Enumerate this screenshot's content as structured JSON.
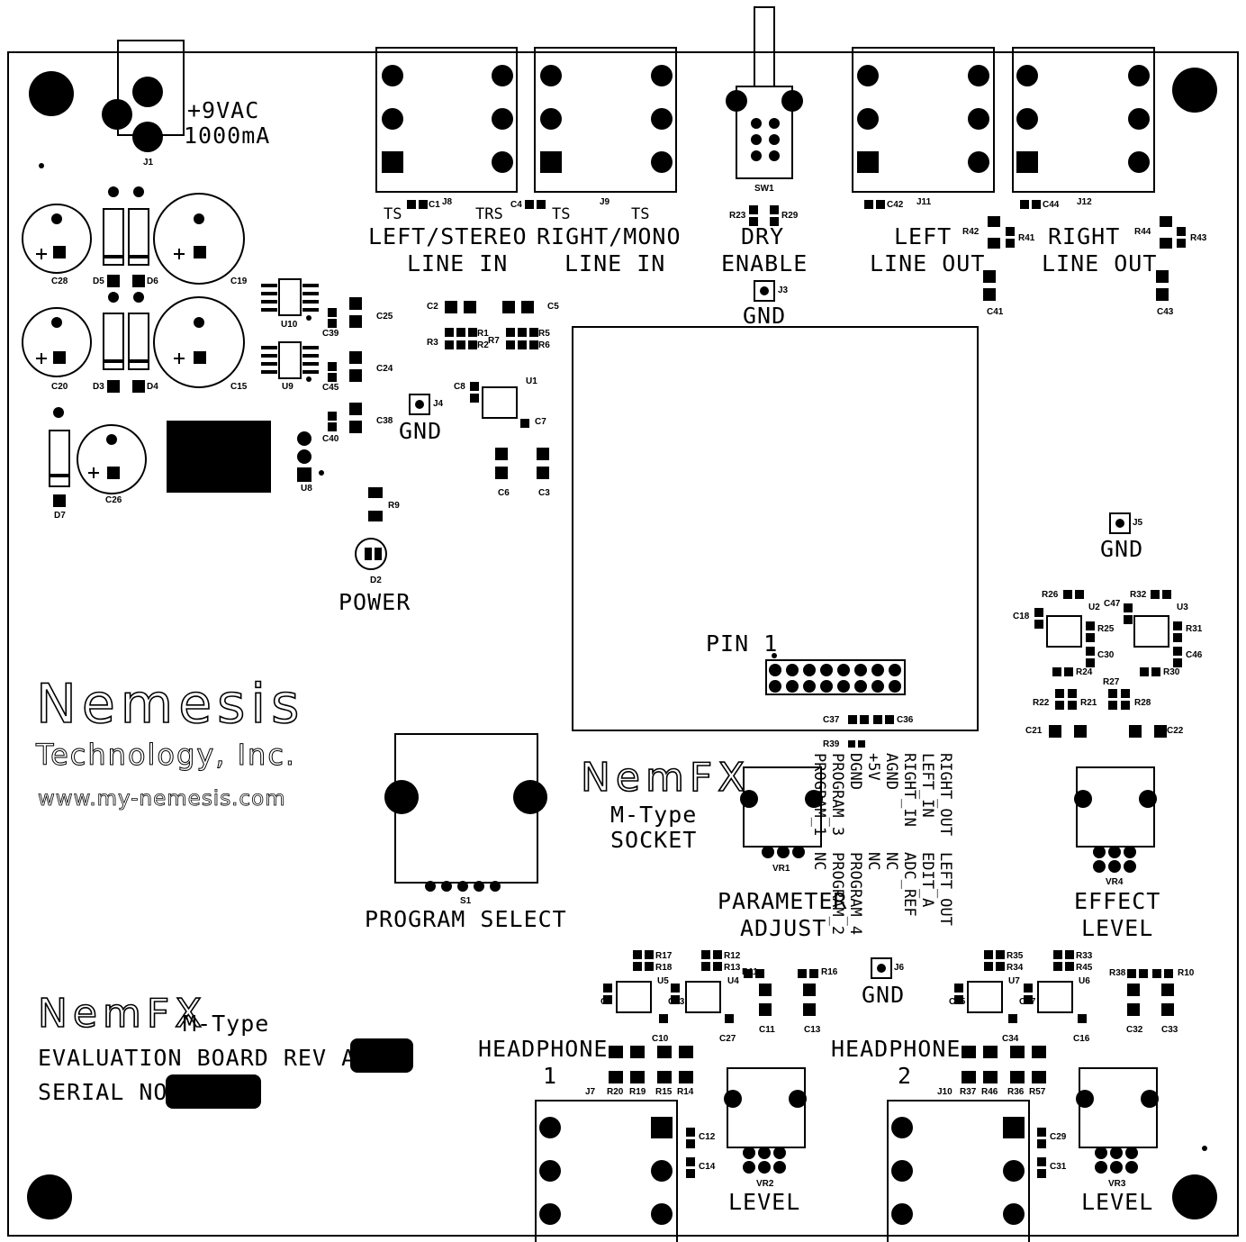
{
  "power": {
    "voltage": "+9VAC",
    "current": "1000mA",
    "ref": "J1"
  },
  "jacks": {
    "left_stereo": {
      "label1": "LEFT/STEREO",
      "label2": "LINE IN",
      "ts": "TS",
      "trs": "TRS",
      "ref": "J8"
    },
    "right_mono": {
      "label1": "RIGHT/MONO",
      "label2": "LINE IN",
      "ts1": "TS",
      "ts2": "TS",
      "ref": "J9"
    },
    "dry": {
      "label1": "DRY",
      "label2": "ENABLE",
      "ref": "SW1"
    },
    "left_out": {
      "label1": "LEFT",
      "label2": "LINE OUT",
      "ref": "J11"
    },
    "right_out": {
      "label1": "RIGHT",
      "label2": "LINE OUT",
      "ref": "J12"
    }
  },
  "gnd_label": "GND",
  "power_led": {
    "label": "POWER",
    "ref": "D2"
  },
  "brand": {
    "name": "Nemesis",
    "company": "Technology, Inc.",
    "url": "www.my-nemesis.com"
  },
  "board": {
    "product": "NemFX",
    "model": "M-Type",
    "line1": "EVALUATION BOARD REV A",
    "line2": "SERIAL NO."
  },
  "socket": {
    "product": "NemFX",
    "model": "M-Type",
    "word": "SOCKET",
    "pin1": "PIN 1"
  },
  "pin_columns": [
    [
      "RIGHT_OUT",
      "LEFT_IN",
      "RIGHT_IN",
      "AGND",
      "+5V",
      "DGND",
      "PROGRAM_3",
      "PROGRAM_1"
    ],
    [
      "LEFT_OUT",
      "EDIT_A",
      "ADC_REF",
      "NC",
      "NC",
      "PROGRAM_4",
      "PROGRAM_2",
      "NC"
    ]
  ],
  "controls": {
    "program_select": "PROGRAM SELECT",
    "param_adjust_1": "PARAMETER",
    "param_adjust_2": "ADJUST",
    "effect_level_1": "EFFECT",
    "effect_level_2": "LEVEL",
    "level": "LEVEL",
    "headphone": "HEADPHONE",
    "hp1": "1",
    "hp2": "2"
  },
  "refdes": {
    "C1": "C1",
    "C2": "C2",
    "C3": "C3",
    "C4": "C4",
    "C5": "C5",
    "C6": "C6",
    "C7": "C7",
    "C8": "C8",
    "C9": "C9",
    "C10": "C10",
    "C11": "C11",
    "C12": "C12",
    "C13": "C13",
    "C14": "C14",
    "C15": "C15",
    "C16": "C16",
    "C17": "C17",
    "C18": "C18",
    "C19": "C19",
    "C20": "C20",
    "C21": "C21",
    "C22": "C22",
    "C23": "C23",
    "C24": "C24",
    "C25": "C25",
    "C26": "C26",
    "C27": "C27",
    "C28": "C28",
    "C29": "C29",
    "C30": "C30",
    "C31": "C31",
    "C32": "C32",
    "C33": "C33",
    "C34": "C34",
    "C35": "C35",
    "C36": "C36",
    "C37": "C37",
    "C38": "C38",
    "C39": "C39",
    "C40": "C40",
    "C41": "C41",
    "C42": "C42",
    "C43": "C43",
    "C44": "C44",
    "C45": "C45",
    "C46": "C46",
    "C47": "C47",
    "D3": "D3",
    "D4": "D4",
    "D5": "D5",
    "D6": "D6",
    "D7": "D7",
    "R1": "R1",
    "R2": "R2",
    "R3": "R3",
    "R5": "R5",
    "R6": "R6",
    "R7": "R7",
    "R9": "R9",
    "R10": "R10",
    "R11": "R11",
    "R12": "R12",
    "R13": "R13",
    "R14": "R14",
    "R15": "R15",
    "R16": "R16",
    "R17": "R17",
    "R18": "R18",
    "R19": "R19",
    "R20": "R20",
    "R21": "R21",
    "R22": "R22",
    "R23": "R23",
    "R24": "R24",
    "R25": "R25",
    "R26": "R26",
    "R27": "R27",
    "R28": "R28",
    "R29": "R29",
    "R30": "R30",
    "R31": "R31",
    "R32": "R32",
    "R33": "R33",
    "R34": "R34",
    "R35": "R35",
    "R36": "R36",
    "R37": "R37",
    "R38": "R38",
    "R39": "R39",
    "R41": "R41",
    "R42": "R42",
    "R43": "R43",
    "R44": "R44",
    "R45": "R45",
    "R46": "R46",
    "R57": "R57",
    "U1": "U1",
    "U2": "U2",
    "U3": "U3",
    "U4": "U4",
    "U5": "U5",
    "U6": "U6",
    "U7": "U7",
    "U8": "U8",
    "U9": "U9",
    "U10": "U10",
    "J3": "J3",
    "J4": "J4",
    "J5": "J5",
    "J6": "J6",
    "J7": "J7",
    "J10": "J10",
    "VR1": "VR1",
    "VR2": "VR2",
    "VR3": "VR3",
    "VR4": "VR4",
    "S1": "S1"
  }
}
